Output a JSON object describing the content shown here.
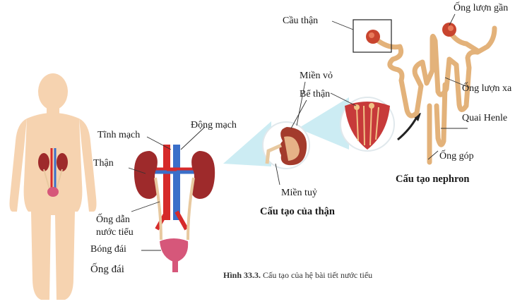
{
  "labels": {
    "cau_than": "Cầu thận",
    "ong_luon_gan": "Ống lượn gần",
    "ong_luon_xa": "Ống lượn xa",
    "quai_henle": "Quai Henle",
    "ong_gop": "Ống góp",
    "mien_vo": "Miền vỏ",
    "be_than": "Bể thận",
    "mien_tuy": "Miền tuỷ",
    "tinh_mach": "Tĩnh mạch",
    "dong_mach": "Động mạch",
    "than": "Thận",
    "ong_dan_nuoc_tieu_1": "Ống dẫn",
    "ong_dan_nuoc_tieu_2": "nước tiểu",
    "bong_dai": "Bóng đái",
    "ong_dai": "Ống đái"
  },
  "titles": {
    "cau_tao_nephron": "Cấu tạo nephron",
    "cau_tao_cua_than": "Cấu tạo của thận"
  },
  "caption": {
    "number": "Hình 33.3.",
    "text": "Cấu tạo của hệ bài tiết nước tiểu"
  },
  "colors": {
    "skin": "#f6d3b0",
    "kidney": "#9e2a2b",
    "artery": "#d62a2a",
    "vein": "#3b6fc9",
    "ureter": "#e8c9a0",
    "bladder": "#d6577a",
    "tubule": "#e3b27a",
    "glomerulus": "#c8442e",
    "zoom_beam": "#bfe7f0"
  }
}
